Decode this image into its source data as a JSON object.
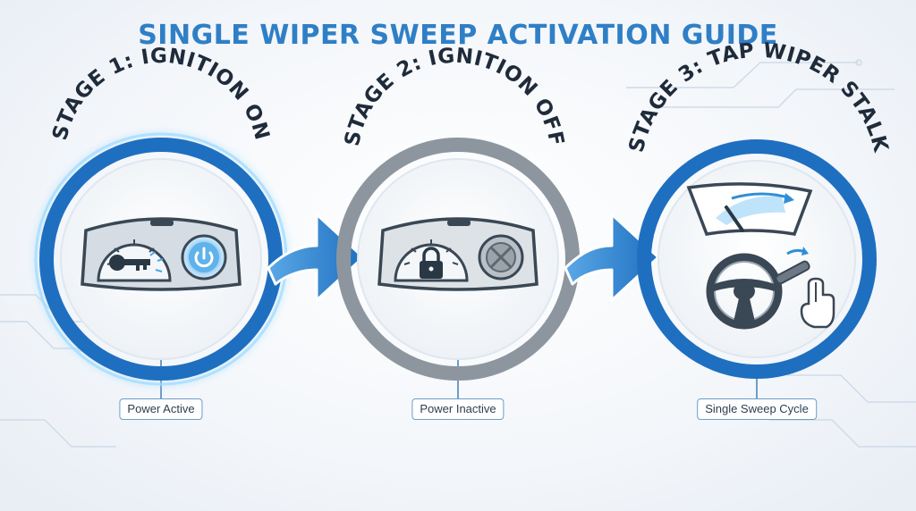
{
  "title": "SINGLE WIPER SWEEP ACTIVATION GUIDE",
  "stages": [
    {
      "title": "STAGE 1: IGNITION ON",
      "status": "Power Active",
      "icons": [
        "speedometer-icon",
        "key-icon",
        "power-button-icon"
      ]
    },
    {
      "title": "STAGE 2: IGNITION OFF",
      "status": "Power Inactive",
      "icons": [
        "speedometer-icon",
        "padlock-icon",
        "disabled-button-icon"
      ]
    },
    {
      "title": "STAGE 3: TAP WIPER STALK",
      "status": "Single Sweep Cycle",
      "icons": [
        "windshield-wiper-icon",
        "steering-wheel-icon",
        "pointing-hand-icon"
      ]
    }
  ],
  "colors": {
    "accent": "#2f7fc6",
    "active": "#1f6fc0",
    "inactive": "#8d969f",
    "glow": "#7fd0ff",
    "outline": "#3a4754"
  }
}
